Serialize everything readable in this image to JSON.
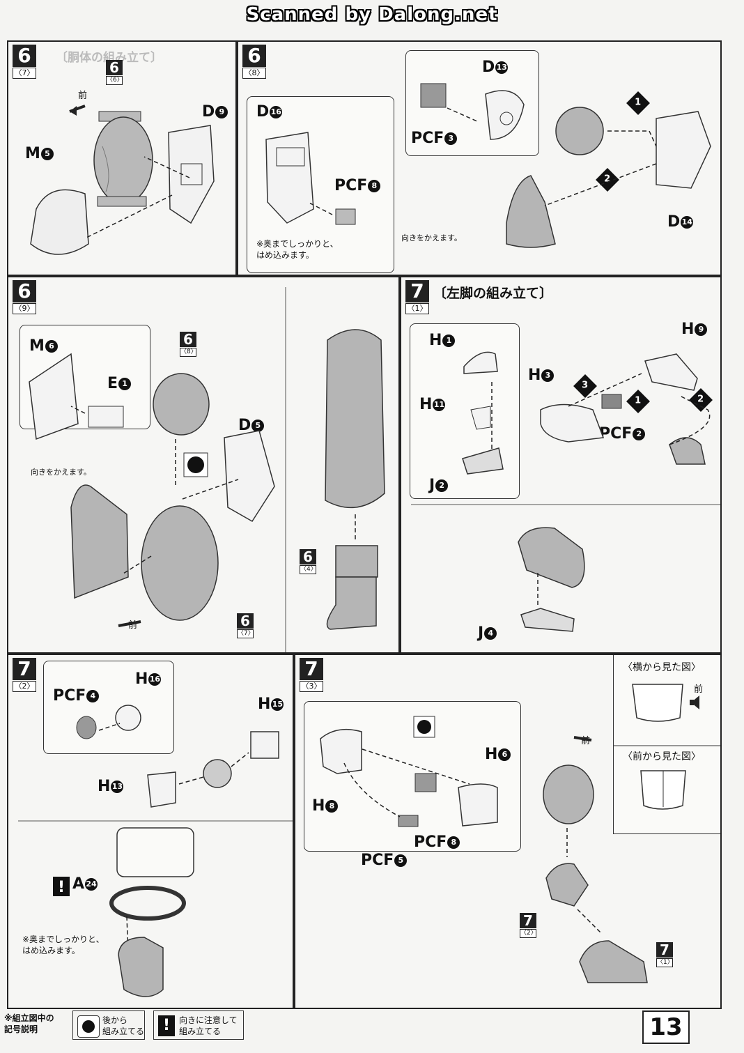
{
  "banner": "Scanned by Dalong.net",
  "page_number": "13",
  "panels": {
    "p6_7": {
      "step": "6",
      "sub": "〈7〉",
      "title": "〔胴体の組み立て〕",
      "ref": {
        "step": "6",
        "sub": "〈6〉"
      },
      "front_label": "前",
      "parts": {
        "d9": "D",
        "d9_n": "9",
        "m5": "M",
        "m5_n": "5"
      }
    },
    "p6_8": {
      "step": "6",
      "sub": "〈8〉",
      "parts": {
        "d16": "D",
        "d16_n": "16",
        "pcf8": "PCF",
        "pcf8_n": "8",
        "d13": "D",
        "d13_n": "13",
        "pcf3": "PCF",
        "pcf3_n": "3",
        "d14": "D",
        "d14_n": "14"
      },
      "note_press": "※奥までしっかりと、\nはめ込みます。",
      "note_turn": "向きをかえます。",
      "order": [
        "1",
        "2"
      ]
    },
    "p6_9": {
      "step": "6",
      "sub": "〈9〉",
      "ref_a": {
        "step": "6",
        "sub": "〈8〉"
      },
      "ref_b": {
        "step": "6",
        "sub": "〈7〉"
      },
      "ref_c": {
        "step": "6",
        "sub": "〈4〉"
      },
      "parts": {
        "m6": "M",
        "m6_n": "6",
        "e1": "E",
        "e1_n": "1",
        "d5": "D",
        "d5_n": "5"
      },
      "note_turn": "向きをかえます。",
      "front_label": "前"
    },
    "p7_1": {
      "step": "7",
      "sub": "〈1〉",
      "title": "〔左脚の組み立て〕",
      "parts": {
        "h1": "H",
        "h1_n": "1",
        "h11": "H",
        "h11_n": "11",
        "j2": "J",
        "j2_n": "2",
        "h3": "H",
        "h3_n": "3",
        "h9": "H",
        "h9_n": "9",
        "pcf2": "PCF",
        "pcf2_n": "2",
        "j4": "J",
        "j4_n": "4"
      },
      "order": [
        "1",
        "2",
        "3"
      ]
    },
    "p7_2": {
      "step": "7",
      "sub": "〈2〉",
      "parts": {
        "pcf4": "PCF",
        "pcf4_n": "4",
        "h16": "H",
        "h16_n": "16",
        "h15": "H",
        "h15_n": "15",
        "h13": "H",
        "h13_n": "13",
        "a24": "A",
        "a24_n": "24"
      },
      "note_press": "※奥までしっかりと、\nはめ込みます。"
    },
    "p7_3": {
      "step": "7",
      "sub": "〈3〉",
      "parts": {
        "h8": "H",
        "h8_n": "8",
        "h6": "H",
        "h6_n": "6",
        "pcf8": "PCF",
        "pcf8_n": "8",
        "pcf5": "PCF",
        "pcf5_n": "5"
      },
      "front_label": "前",
      "side_view": "〈横から見た図〉",
      "front_view": "〈前から見た図〉",
      "side_front": "前",
      "ref_a": {
        "step": "7",
        "sub": "〈2〉"
      },
      "ref_b": {
        "step": "7",
        "sub": "〈1〉"
      }
    }
  },
  "legend": {
    "title": "※組立図中の\n記号説明",
    "item1": "後から\n組み立てる",
    "item2": "向きに注意して\n組み立てる"
  }
}
